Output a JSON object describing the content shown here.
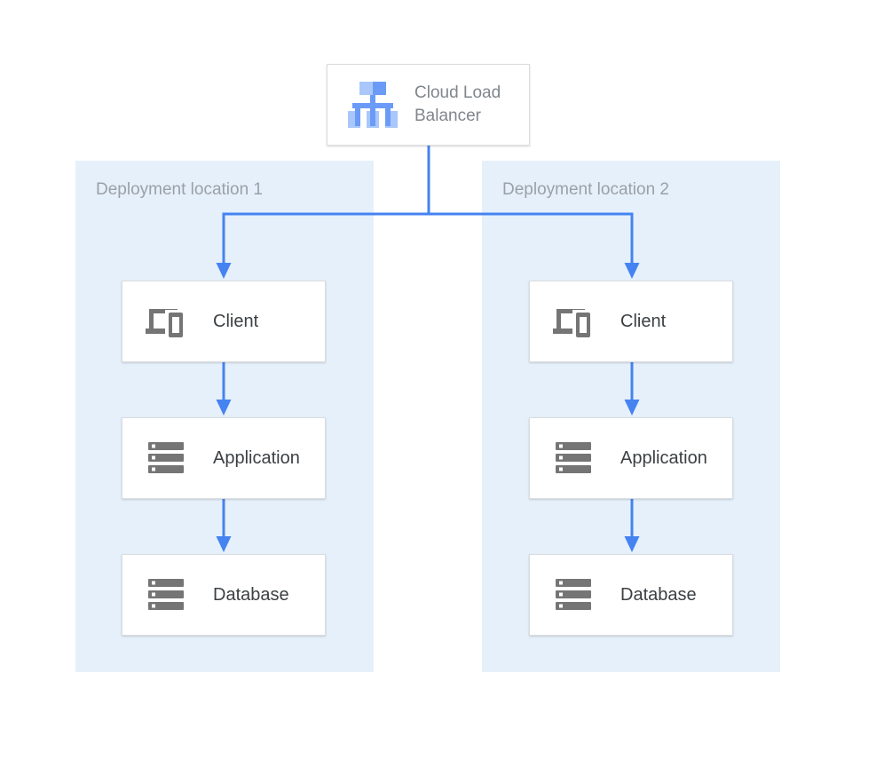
{
  "load_balancer": {
    "label": "Cloud Load Balancer",
    "icon": "load-balancer-icon"
  },
  "locations": [
    {
      "label": "Deployment location 1",
      "nodes": [
        {
          "label": "Client",
          "icon": "client-devices-icon"
        },
        {
          "label": "Application",
          "icon": "server-stack-icon"
        },
        {
          "label": "Database",
          "icon": "server-stack-icon"
        }
      ]
    },
    {
      "label": "Deployment location 2",
      "nodes": [
        {
          "label": "Client",
          "icon": "client-devices-icon"
        },
        {
          "label": "Application",
          "icon": "server-stack-icon"
        },
        {
          "label": "Database",
          "icon": "server-stack-icon"
        }
      ]
    }
  ],
  "colors": {
    "panel_background": "#E6F0FA",
    "arrow_blue": "#4583F1",
    "node_border": "#DADCE0",
    "node_text": "#3C4043",
    "lb_text": "#80868B",
    "muted_text": "#9AA0A6",
    "icon_gray": "#757575",
    "icon_blue_light": "#A9C7FB",
    "icon_blue_medium": "#6B9BF7"
  }
}
